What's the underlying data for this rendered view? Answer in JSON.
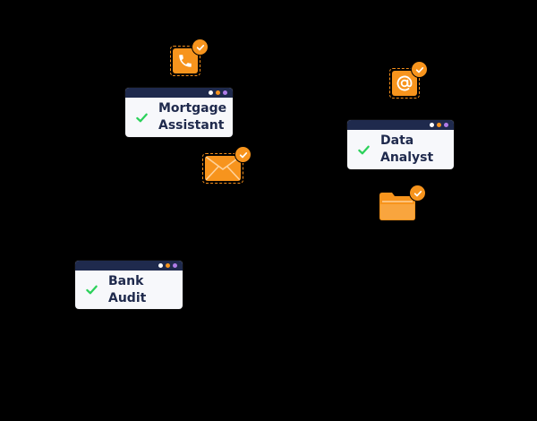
{
  "colors": {
    "background": "#000000",
    "card": "#f7f8fb",
    "card_header": "#1f2a4d",
    "label": "#1f2a4d",
    "check": "#2bd15a",
    "accent": "#f7941d",
    "dot_white": "#ffffff",
    "dot_orange": "#f7941d",
    "dot_purple": "#b07ce8"
  },
  "cards": [
    {
      "label": "Mortgage\nAssistant",
      "icon": "check-icon"
    },
    {
      "label": "Data\nAnalyst",
      "icon": "check-icon"
    },
    {
      "label": "Bank Audit",
      "icon": "check-icon"
    }
  ],
  "apps": [
    {
      "icon": "phone-icon",
      "badge": "check-badge-icon"
    },
    {
      "icon": "envelope-icon",
      "badge": "check-badge-icon"
    },
    {
      "icon": "at-sign-icon",
      "badge": "check-badge-icon"
    },
    {
      "icon": "folder-icon",
      "badge": "check-badge-icon"
    }
  ]
}
